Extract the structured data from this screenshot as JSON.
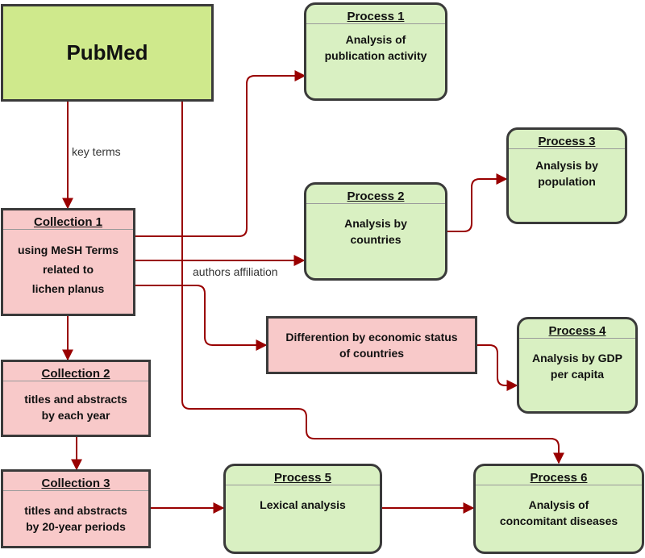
{
  "pubmed": {
    "label": "PubMed"
  },
  "process1": {
    "title": "Process 1",
    "text": [
      "Analysis of",
      "publication activity"
    ]
  },
  "process2": {
    "title": "Process 2",
    "text": [
      "Analysis by",
      "countries"
    ]
  },
  "process3": {
    "title": "Process 3",
    "text": [
      "Analysis by",
      "population"
    ]
  },
  "process4": {
    "title": "Process 4",
    "text": [
      "Analysis by GDP",
      "per capita"
    ]
  },
  "process5": {
    "title": "Process 5",
    "text": [
      "Lexical analysis"
    ]
  },
  "process6": {
    "title": "Process 6",
    "text": [
      "Analysis of",
      "concomitant diseases"
    ]
  },
  "collection1": {
    "title": "Collection 1",
    "text": [
      "using MeSH Terms",
      "related to",
      "lichen planus"
    ]
  },
  "collection2": {
    "title": "Collection 2",
    "text": [
      "titles and abstracts",
      "by each year"
    ]
  },
  "collection3": {
    "title": "Collection 3",
    "text": [
      "titles and abstracts",
      "by 20-year periods"
    ]
  },
  "differention": {
    "text": [
      "Differention by economic status",
      "of countries"
    ]
  },
  "edge_labels": {
    "key_terms": "key terms",
    "authors_affiliation": "authors affiliation"
  },
  "colors": {
    "arrow": "#990000",
    "process_fill": "#d9f0c2",
    "collection_fill": "#f8c9c9",
    "pubmed_fill": "#cfe98c",
    "border": "#3a3a3a"
  }
}
